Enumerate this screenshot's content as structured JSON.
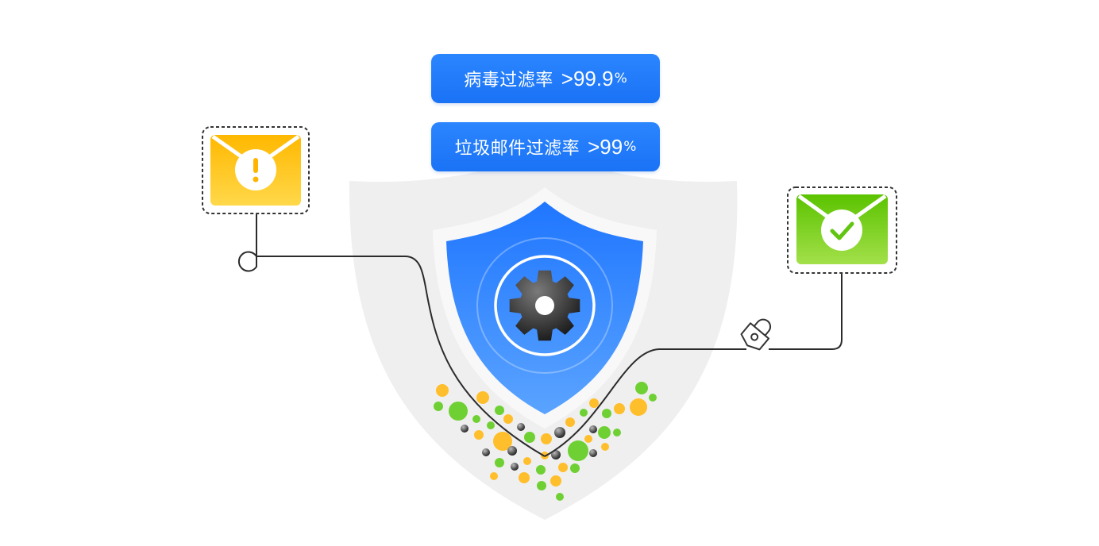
{
  "stats": {
    "virus": {
      "label": "病毒过滤率",
      "value": ">99.9",
      "unit": "%"
    },
    "spam": {
      "label": "垃圾邮件过滤率",
      "value": ">99",
      "unit": "%"
    }
  },
  "colors": {
    "primary_blue": "#1a72f5",
    "warning_yellow": "#ffc21a",
    "success_green": "#6cc82a",
    "shield_gray": "#efefef"
  },
  "icons": [
    "warning-mail-icon",
    "safe-mail-icon",
    "shield-icon",
    "gear-icon",
    "lock-icon"
  ]
}
